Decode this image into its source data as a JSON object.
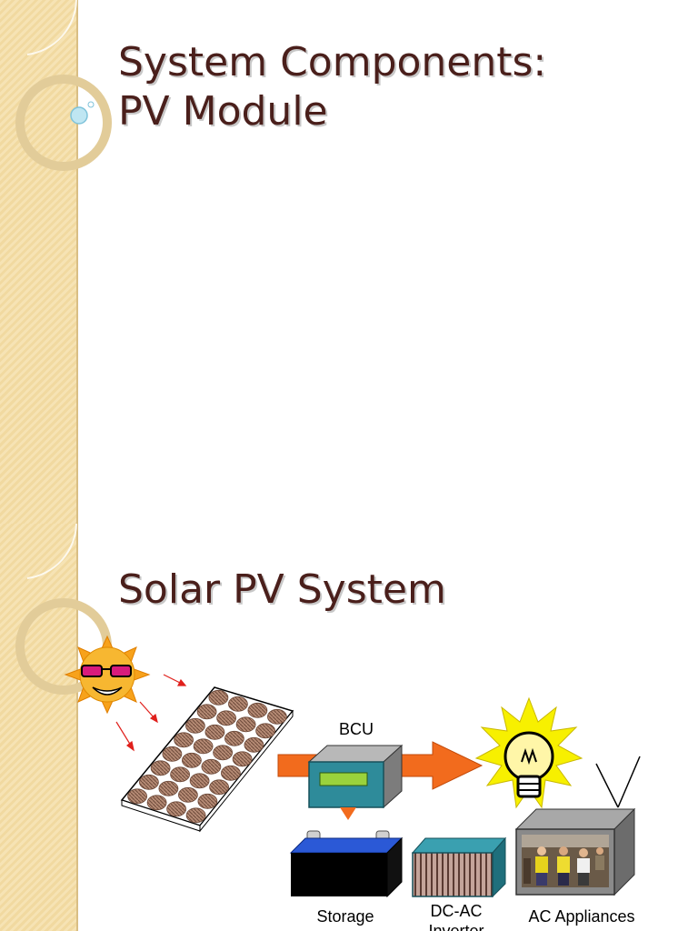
{
  "slides": [
    {
      "title_line1": "System Components:",
      "title_line2": "PV Module"
    },
    {
      "title": "Solar PV System",
      "diagram": {
        "labels": {
          "bcu": "BCU",
          "storage": "Storage",
          "inverter_line1": "DC-AC",
          "inverter_line2": "Inverter",
          "ac_appliances": "AC Appliances"
        }
      }
    }
  ],
  "colors": {
    "title": "#4a1f1b",
    "sidebar": "#f6e3b4",
    "arrow": "#f26b1d",
    "box": "#2e8b9a",
    "bulb_glow": "#f7f000"
  }
}
